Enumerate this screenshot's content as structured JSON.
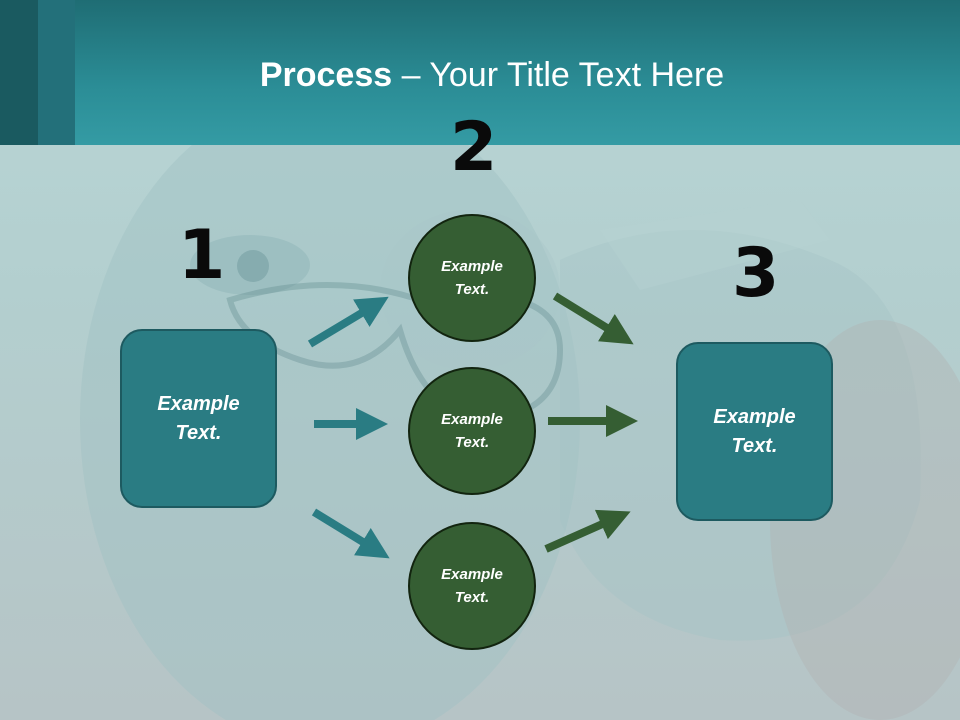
{
  "title": {
    "strong": "Process",
    "rest": " – Your Title Text Here"
  },
  "steps": {
    "one": "1",
    "two": "2",
    "three": "3"
  },
  "nodes": {
    "left_box": "Example Text.",
    "circle_top": "Example Text.",
    "circle_middle": "Example Text.",
    "circle_bottom": "Example Text.",
    "right_box": "Example Text."
  },
  "colors": {
    "header": "#2b8d96",
    "box_fill": "#2a7c83",
    "circle_fill": "#355e33",
    "teal_arrow": "#2a7c83",
    "green_arrow": "#355e33"
  }
}
